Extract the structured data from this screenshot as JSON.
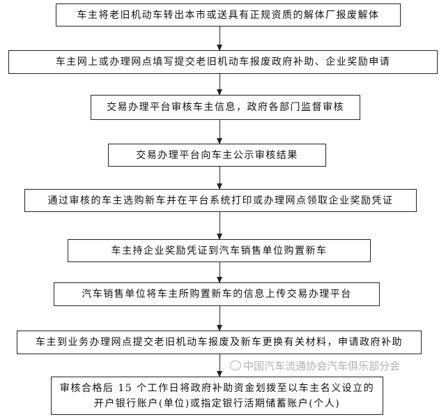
{
  "steps": [
    {
      "text": "车主将老旧机动车转出本市或送具有正规资质的解体厂报废解体"
    },
    {
      "text": "车主网上或办理网点填写提交老旧机动车报废政府补助、企业奖励申请"
    },
    {
      "text": "交易办理平台审核车主信息，政府各部门监督审核"
    },
    {
      "text": "交易办理平台向车主公示审核结果"
    },
    {
      "text": "通过审核的车主选购新车并在平台系统打印或办理网点领取企业奖励凭证"
    },
    {
      "text": "车主持企业奖励凭证到汽车销售单位购置新车"
    },
    {
      "text": "汽车销售单位将车主所购置新车的信息上传交易办理平台"
    },
    {
      "text": "车主到业务办理网点提交老旧机动车报废及新车更换有关材料，申请政府补助"
    },
    {
      "line1": "审核合格后 15 个工作日将政府补助资金划拨至以车主名义设立的",
      "line2": "开户银行账户(单位)或指定银行活期储蓄账户(个人)"
    }
  ],
  "watermark": "中国汽车流通协会汽车俱乐部分会"
}
